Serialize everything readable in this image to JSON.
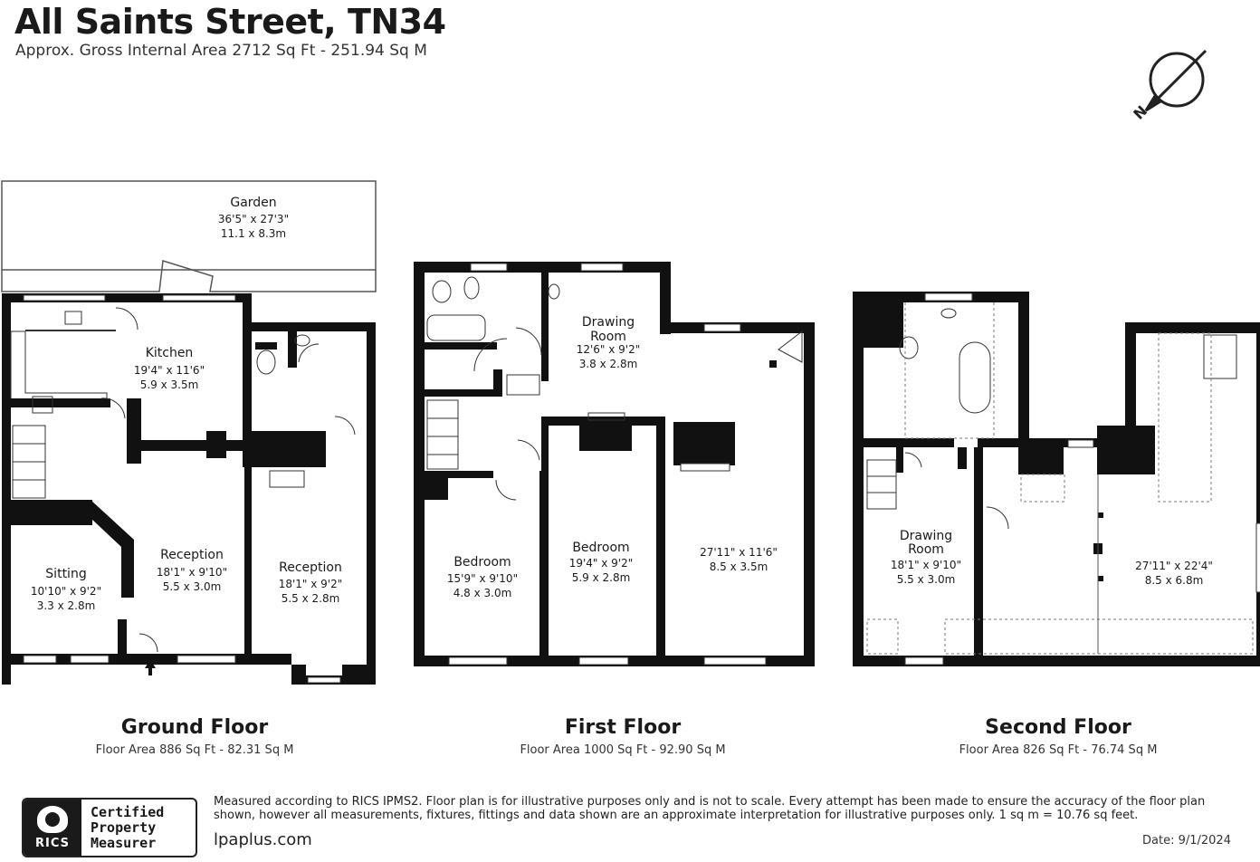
{
  "header": {
    "title": "All Saints Street, TN34",
    "subtitle": "Approx. Gross Internal Area 2712 Sq Ft - 251.94 Sq M"
  },
  "compass": {
    "label": "N",
    "icon": "north-arrow-icon"
  },
  "rooms": {
    "garden": {
      "name": "Garden",
      "imperial": "36'5\" x 27'3\"",
      "metric": "11.1 x 8.3m"
    },
    "kitchen": {
      "name": "Kitchen",
      "imperial": "19'4\" x 11'6\"",
      "metric": "5.9 x 3.5m"
    },
    "sitting": {
      "name": "Sitting",
      "imperial": "10'10\" x 9'2\"",
      "metric": "3.3 x 2.8m"
    },
    "reception1": {
      "name": "Reception",
      "imperial": "18'1\" x 9'10\"",
      "metric": "5.5 x 3.0m"
    },
    "reception2": {
      "name": "Reception",
      "imperial": "18'1\" x 9'2\"",
      "metric": "5.5 x 2.8m"
    },
    "drawing1": {
      "name1": "Drawing",
      "name2": "Room",
      "imperial": "12'6\" x 9'2\"",
      "metric": "3.8 x 2.8m"
    },
    "bedroom1": {
      "name": "Bedroom",
      "imperial": "15'9\" x 9'10\"",
      "metric": "4.8 x 3.0m"
    },
    "bedroom2": {
      "name": "Bedroom",
      "imperial": "19'4\" x 9'2\"",
      "metric": "5.9 x 2.8m"
    },
    "room_ff": {
      "imperial": "27'11\" x 11'6\"",
      "metric": "8.5 x 3.5m"
    },
    "drawing2": {
      "name1": "Drawing",
      "name2": "Room",
      "imperial": "18'1\" x 9'10\"",
      "metric": "5.5 x 3.0m"
    },
    "room_sf": {
      "imperial": "27'11\" x 22'4\"",
      "metric": "8.5 x 6.8m"
    }
  },
  "floors": {
    "ground": {
      "name": "Ground Floor",
      "area": "Floor Area 886 Sq Ft - 82.31 Sq M"
    },
    "first": {
      "name": "First Floor",
      "area": "Floor Area 1000 Sq Ft - 92.90 Sq M"
    },
    "second": {
      "name": "Second Floor",
      "area": "Floor Area 826 Sq Ft - 76.74 Sq M"
    }
  },
  "footer": {
    "badge_brand": "RICS",
    "badge_line1": "Certified",
    "badge_line2": "Property",
    "badge_line3": "Measurer",
    "disclaimer": "Measured according to RICS IPMS2. Floor plan is for illustrative purposes only and is not to scale. Every attempt has been made to ensure the accuracy of the floor plan shown, however all measurements, fixtures, fittings and data shown are an approximate interpretation for illustrative purposes only. 1 sq m = 10.76 sq feet.",
    "website": "lpaplus.com",
    "date": "Date: 9/1/2024"
  },
  "colors": {
    "wall": "#111111",
    "line": "#444444",
    "bg": "#ffffff"
  }
}
